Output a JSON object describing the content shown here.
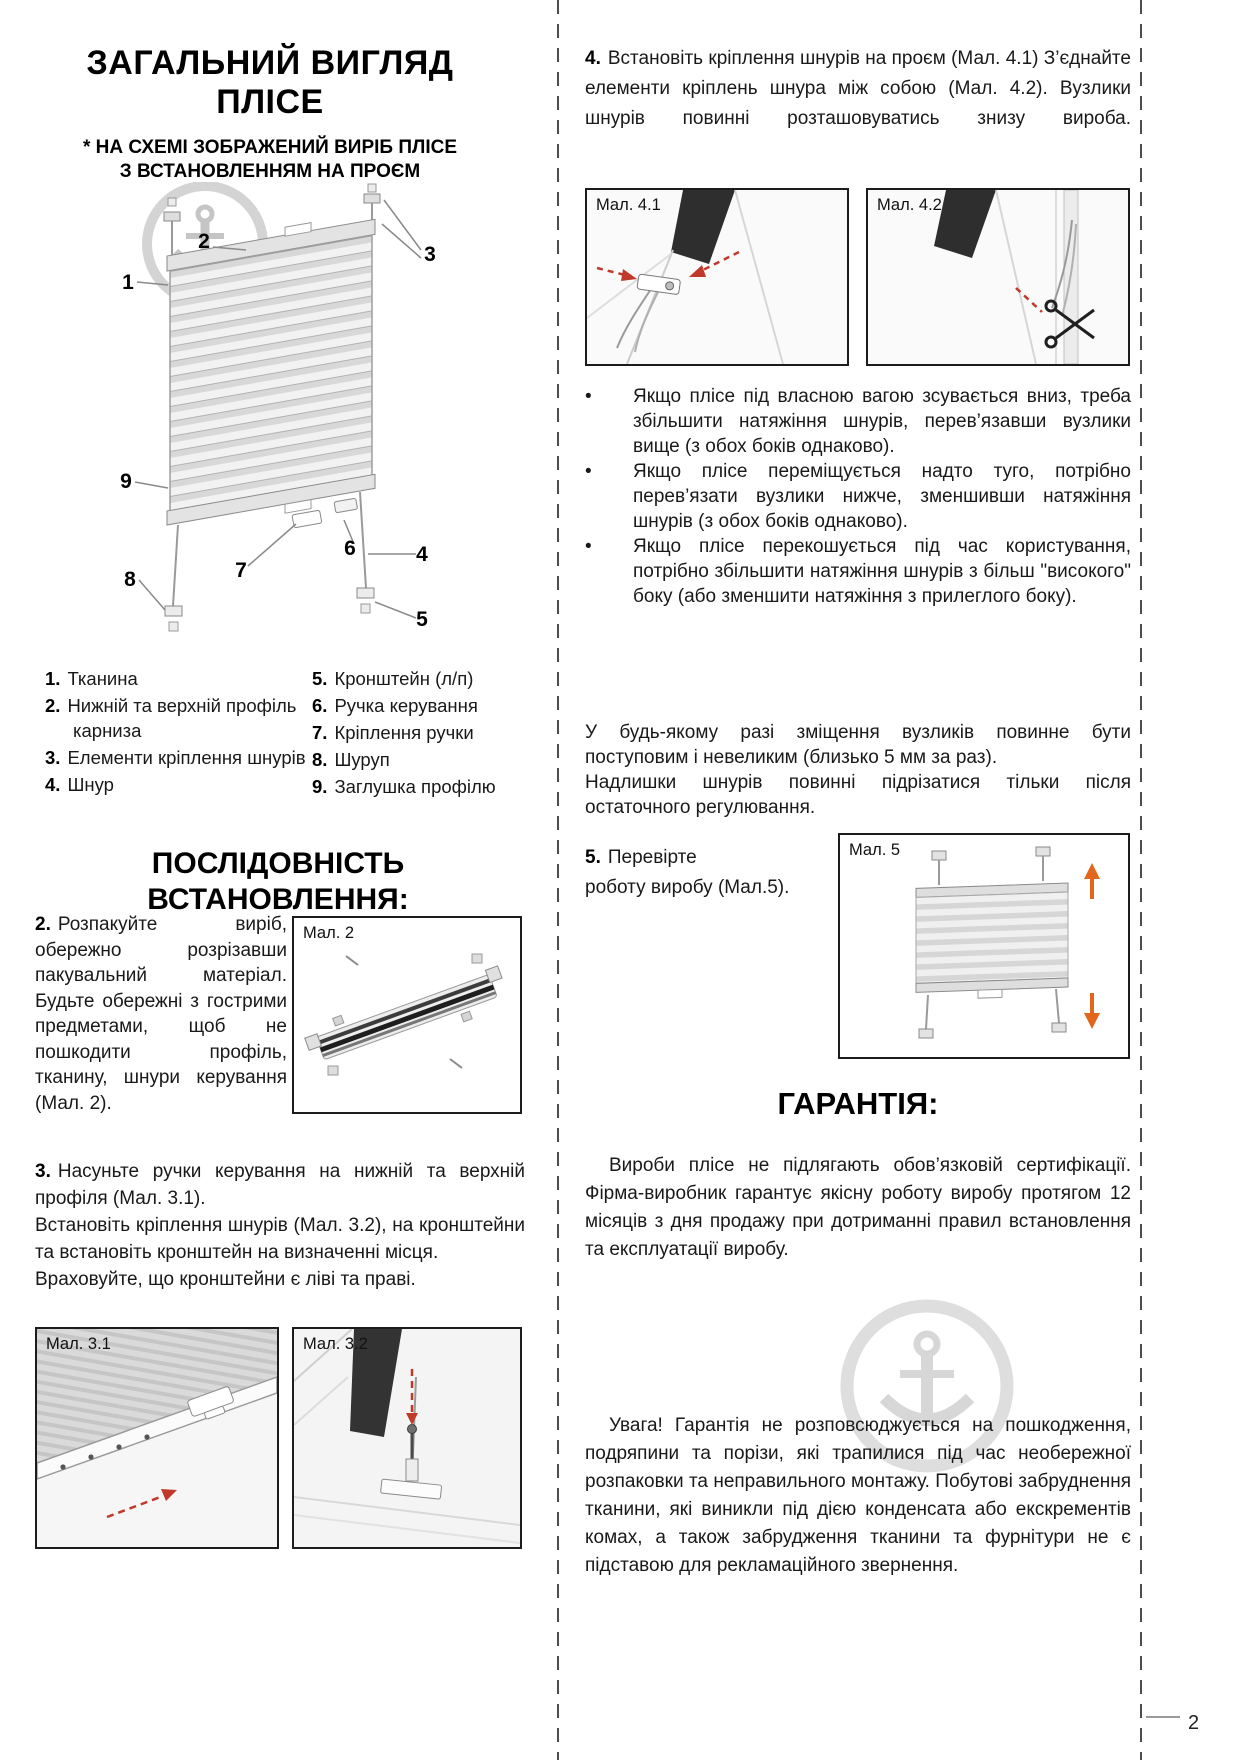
{
  "page": {
    "number": "2"
  },
  "diagram": {
    "labels": [
      "1",
      "2",
      "3",
      "4",
      "5",
      "6",
      "7",
      "8",
      "9"
    ]
  },
  "left": {
    "title": "ЗАГАЛЬНИЙ ВИГЛЯД",
    "title2": "ПЛІСЕ",
    "subtitle1": "* НА СХЕМІ ЗОБРАЖЕНИЙ ВИРІБ ПЛІСЕ",
    "subtitle2": "З ВСТАНОВЛЕННЯМ НА ПРОЄМ",
    "legend": {
      "col1": [
        {
          "num": "1.",
          "text": "Тканина"
        },
        {
          "num": "2.",
          "text": "Нижній та верхній профіль карниза"
        },
        {
          "num": "3.",
          "text": "Елементи кріплення шнурів"
        },
        {
          "num": "4.",
          "text": "Шнур"
        }
      ],
      "col2": [
        {
          "num": "5.",
          "text": "Кронштейн (л/п)"
        },
        {
          "num": "6.",
          "text": "Ручка керування"
        },
        {
          "num": "7.",
          "text": "Кріплення ручки"
        },
        {
          "num": "8.",
          "text": "Шуруп"
        },
        {
          "num": "9.",
          "text": "Заглушка профілю"
        }
      ]
    },
    "sequence_heading": "ПОСЛІДОВНІСТЬ ВСТАНОВЛЕННЯ:",
    "step2": {
      "num": "2.",
      "text": "Розпакуйте виріб, обережно розрізавши пакувальний матеріал. Будьте обережні з гострими предметами, щоб не пошкодити профіль, тканину, шнури керування (Мал. 2)."
    },
    "fig2_label": "Мал. 2",
    "step3": {
      "num": "3.",
      "p1": "Насуньте ручки керування на нижній та верхній профіля (Мал. 3.1).",
      "p2": "Встановіть кріплення шнурів (Мал. 3.2), на кронштейни та встановіть кронштейн на визначенні місця.",
      "p3": "Враховуйте, що кронштейни є ліві та праві."
    },
    "fig31_label": "Мал. 3.1",
    "fig32_label": "Мал. 3.2"
  },
  "right": {
    "step4": {
      "num": "4.",
      "text": "Встановіть кріплення шнурів на проєм (Мал. 4.1) З’єднайте елементи кріплень шнура між собою (Мал. 4.2). Вузлики шнурів повинні розташовуватись знизу вироба."
    },
    "fig41_label": "Мал. 4.1",
    "fig42_label": "Мал. 4.2",
    "bullets": [
      "Якщо плісе під власною вагою зсувається вниз, треба збільшити натяжіння шнурів, перев’язавши вузлики вище (з обох боків однаково).",
      "Якщо плісе переміщується надто туго, потрібно перев’язати вузлики нижче, зменшивши натяжіння шнурів (з обох боків однаково).",
      "Якщо плісе перекошується під час користування, потрібно збільшити натяжіння шнурів з більш \"високого\" боку (або зменшити натяжіння з прилеглого боку)."
    ],
    "note1": "У будь-якому разі зміщення вузликів повинне бути поступовим і невеликим (близько 5 мм за раз).",
    "note2": "Надлишки шнурів повинні підрізатися тільки після остаточного регулювання.",
    "step5": {
      "num": "5.",
      "line1": "Перевірте",
      "line2": "роботу виробу (Мал.5)."
    },
    "fig5_label": "Мал. 5",
    "warranty": {
      "heading": "ГАРАНТІЯ:",
      "p1": "Вироби плісе не підлягають обов’язковій сертифікації. Фірма-виробник гарантує якісну роботу виробу протягом 12 місяців з дня продажу при дотриманні правил встановлення та експлуатації виробу.",
      "p2": "Увага! Гарантія не розповсюджується на пошкодження, подряпини та порізи, які трапилися під час необережної розпаковки та неправильного монтажу. Побутові забруднення тканини, які виникли під дією конденсата або екскрементів комах, а також забрудження тканини та фурнітури не є підставою для рекламаційного звернення."
    }
  },
  "colors": {
    "accent_red": "#c0392b",
    "accent_orange": "#e2661c",
    "watermark_gray": "#c9c9c9"
  }
}
